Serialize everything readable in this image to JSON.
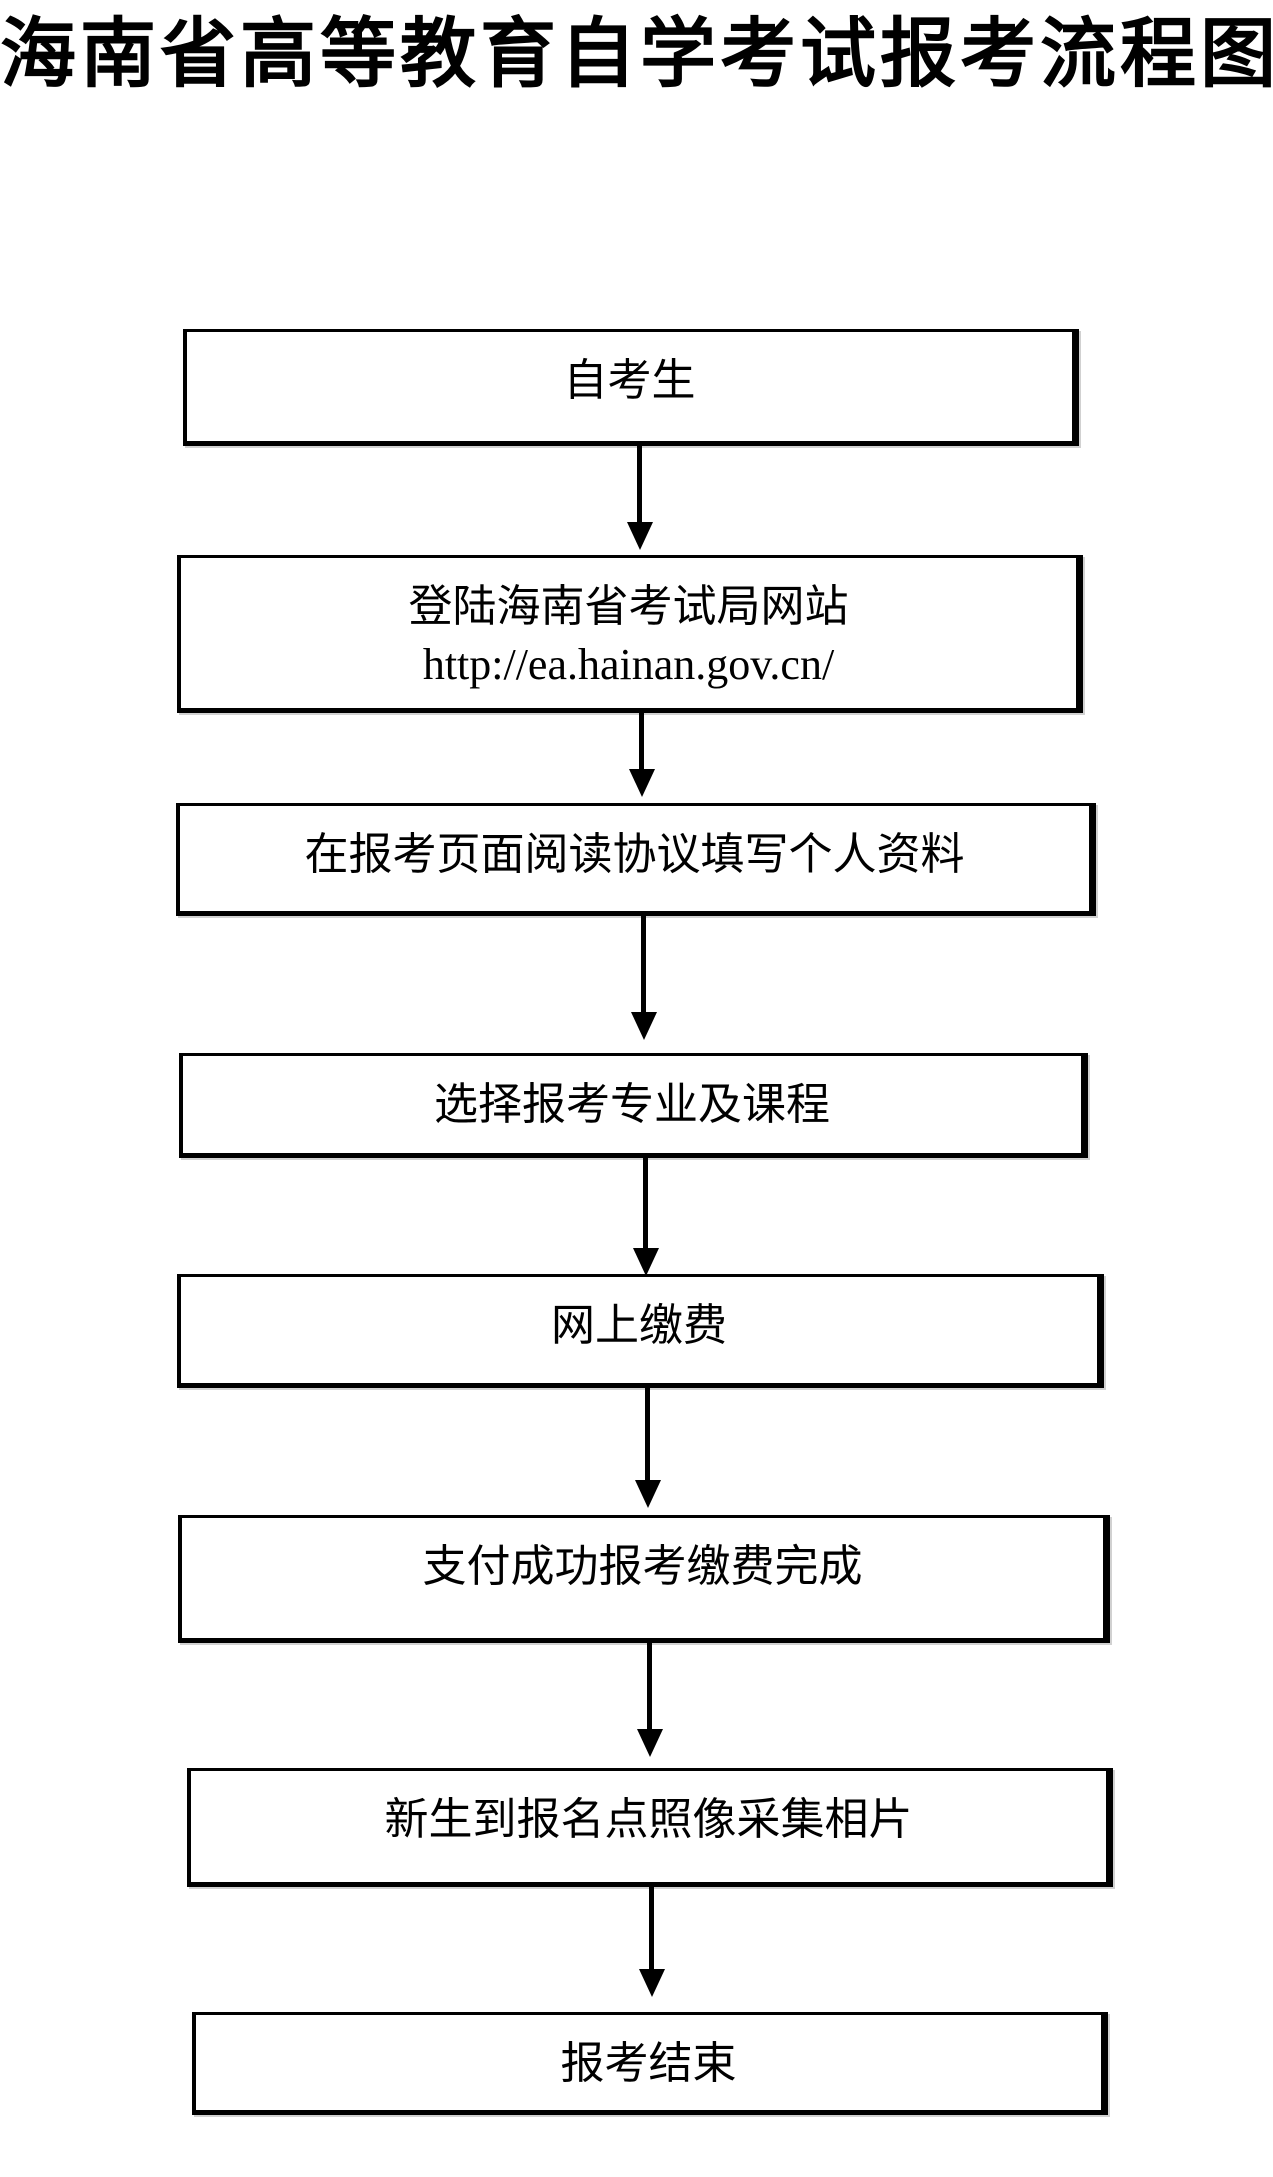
{
  "title": "海南省高等教育自学考试报考流程图",
  "colors": {
    "background": "#ffffff",
    "line": "#000000",
    "text": "#000000"
  },
  "steps": [
    {
      "id": "applicant",
      "lines": [
        "自考生"
      ]
    },
    {
      "id": "login-website",
      "lines": [
        "登陆海南省考试局网站",
        "http://ea.hainan.gov.cn/"
      ]
    },
    {
      "id": "fill-info",
      "lines": [
        "在报考页面阅读协议填写个人资料"
      ]
    },
    {
      "id": "select-courses",
      "lines": [
        "选择报考专业及课程"
      ]
    },
    {
      "id": "online-payment",
      "lines": [
        "网上缴费"
      ]
    },
    {
      "id": "payment-complete",
      "lines": [
        "支付成功报考缴费完成"
      ]
    },
    {
      "id": "photo-capture",
      "lines": [
        "新生到报名点照像采集相片"
      ]
    },
    {
      "id": "finish",
      "lines": [
        "报考结束"
      ]
    }
  ]
}
